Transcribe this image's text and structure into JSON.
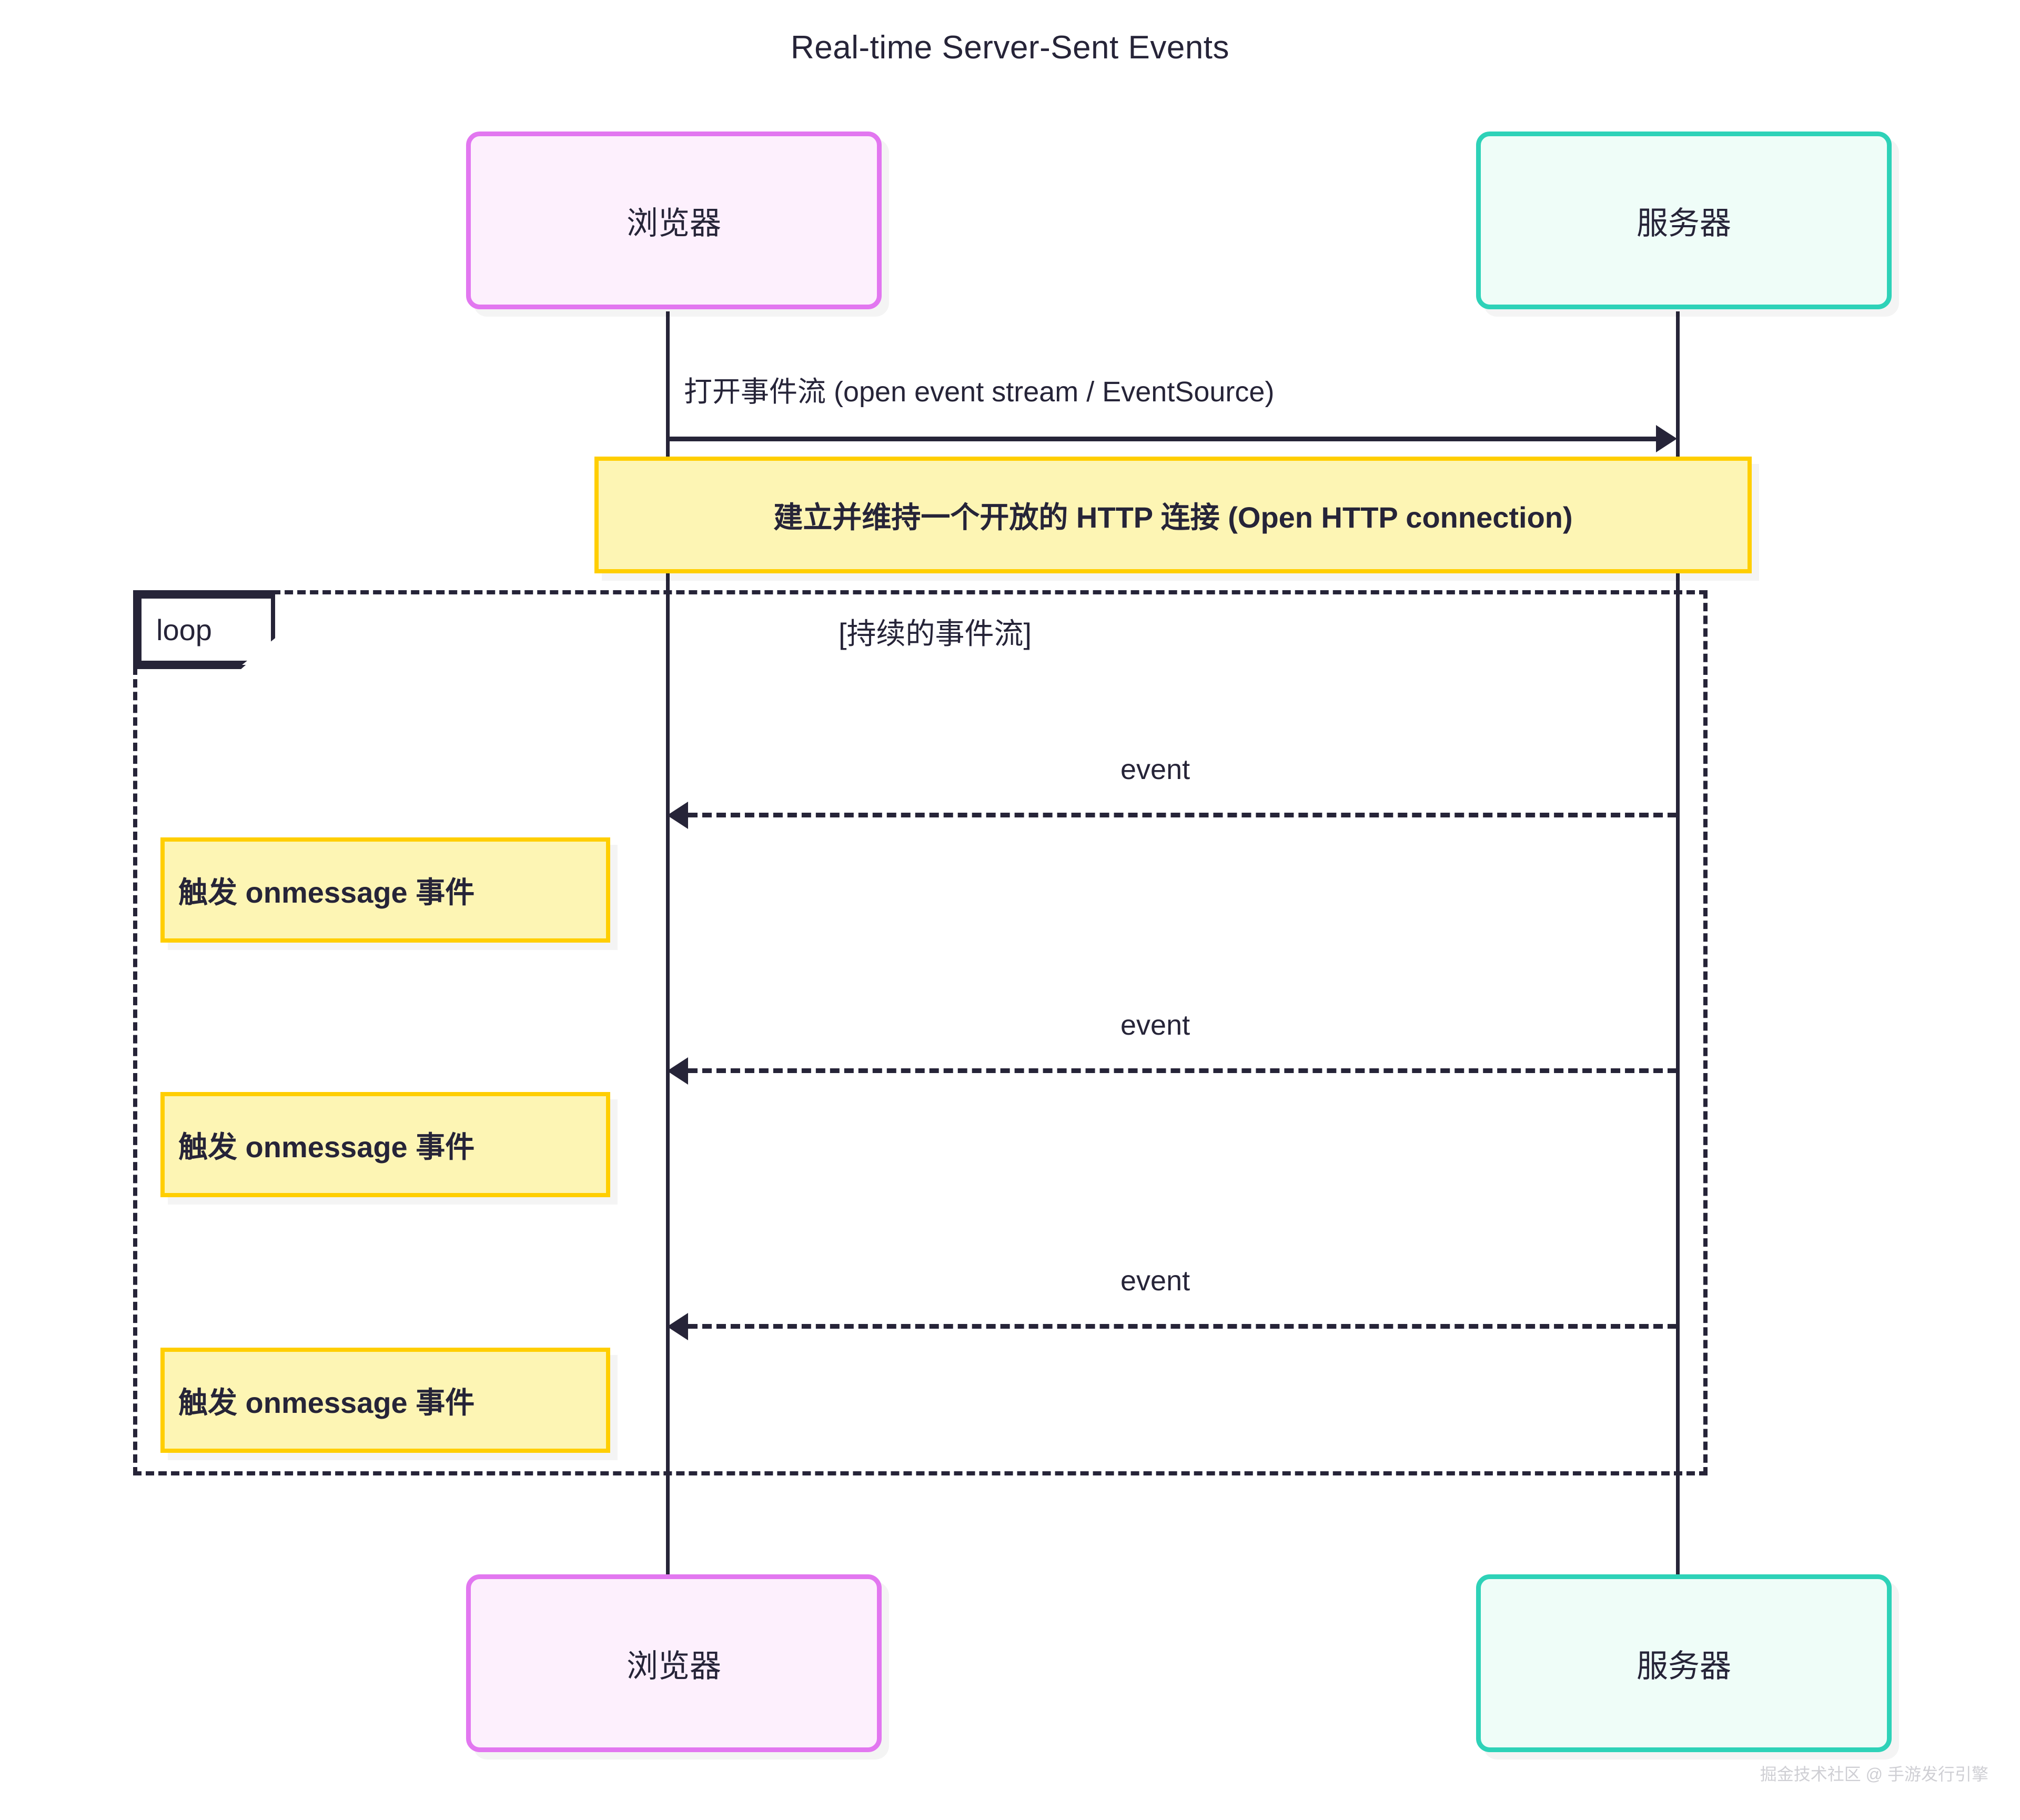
{
  "diagram": {
    "type": "sequence-diagram",
    "title": "Real-time Server-Sent Events",
    "watermark": "掘金技术社区 @ 手游发行引擎",
    "colors": {
      "browser_border": "#e277f0",
      "browser_fill": "#fdf0fd",
      "server_border": "#2ed2b8",
      "server_fill": "#effdf8",
      "note_border": "#ffce00",
      "note_fill": "#fdf5b4",
      "line": "#262438",
      "text": "#262438",
      "watermark": "#cfcfd4"
    }
  },
  "participants": [
    {
      "id": "browser",
      "label": "浏览器"
    },
    {
      "id": "server",
      "label": "服务器"
    }
  ],
  "participants_bottom": [
    {
      "id": "browser",
      "label": "浏览器"
    },
    {
      "id": "server",
      "label": "服务器"
    }
  ],
  "messages": [
    {
      "id": "open-stream",
      "from": "browser",
      "to": "server",
      "label": "打开事件流 (open event stream / EventSource)",
      "style": "solid",
      "direction": "right"
    },
    {
      "id": "event-1",
      "from": "server",
      "to": "browser",
      "label": "event",
      "style": "dashed",
      "direction": "left"
    },
    {
      "id": "event-2",
      "from": "server",
      "to": "browser",
      "label": "event",
      "style": "dashed",
      "direction": "left"
    },
    {
      "id": "event-3",
      "from": "server",
      "to": "browser",
      "label": "event",
      "style": "dashed",
      "direction": "left"
    }
  ],
  "notes": [
    {
      "id": "note-open-http",
      "over": "browser,server",
      "text": "建立并维持一个开放的 HTTP 连接 (Open HTTP connection)"
    },
    {
      "id": "note-onmessage-1",
      "over": "browser",
      "text": "触发 onmessage 事件"
    },
    {
      "id": "note-onmessage-2",
      "over": "browser",
      "text": "触发 onmessage 事件"
    },
    {
      "id": "note-onmessage-3",
      "over": "browser",
      "text": "触发 onmessage 事件"
    }
  ],
  "fragment": {
    "kind": "loop",
    "label": "loop",
    "condition": "[持续的事件流]"
  }
}
